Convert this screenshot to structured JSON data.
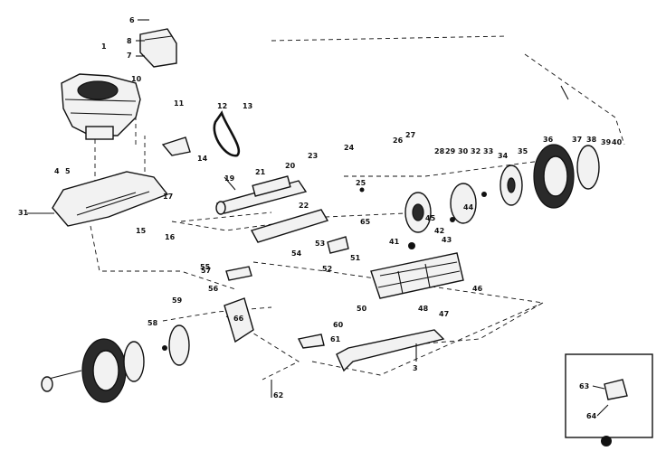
{
  "callouts": [
    {
      "id": "c6",
      "text": "6"
    },
    {
      "id": "c8",
      "text": "8"
    },
    {
      "id": "c7",
      "text": "7"
    },
    {
      "id": "c1",
      "text": "1"
    },
    {
      "id": "c10",
      "text": "10"
    },
    {
      "id": "c11",
      "text": "11"
    },
    {
      "id": "c12",
      "text": "12"
    },
    {
      "id": "c13",
      "text": "13"
    },
    {
      "id": "c14",
      "text": "14"
    },
    {
      "id": "c4",
      "text": "4"
    },
    {
      "id": "c5",
      "text": "5"
    },
    {
      "id": "c17",
      "text": "17"
    },
    {
      "id": "c31",
      "text": "31"
    },
    {
      "id": "c15",
      "text": "15"
    },
    {
      "id": "c16",
      "text": "16"
    },
    {
      "id": "c19",
      "text": "19"
    },
    {
      "id": "c20",
      "text": "20"
    },
    {
      "id": "c21",
      "text": "21"
    },
    {
      "id": "c22",
      "text": "22"
    },
    {
      "id": "c23",
      "text": "23"
    },
    {
      "id": "c24",
      "text": "24"
    },
    {
      "id": "c25",
      "text": "25"
    },
    {
      "id": "c26",
      "text": "26"
    },
    {
      "id": "c27",
      "text": "27"
    },
    {
      "id": "c28",
      "text": "28"
    },
    {
      "id": "c29",
      "text": "29"
    },
    {
      "id": "c30",
      "text": "30"
    },
    {
      "id": "c32",
      "text": "32"
    },
    {
      "id": "c33",
      "text": "33"
    },
    {
      "id": "c34",
      "text": "34"
    },
    {
      "id": "c35",
      "text": "35"
    },
    {
      "id": "c36",
      "text": "36"
    },
    {
      "id": "c37",
      "text": "37"
    },
    {
      "id": "c38",
      "text": "38"
    },
    {
      "id": "c39",
      "text": "39"
    },
    {
      "id": "c40",
      "text": "40"
    },
    {
      "id": "c41",
      "text": "41"
    },
    {
      "id": "c42",
      "text": "42"
    },
    {
      "id": "c43",
      "text": "43"
    },
    {
      "id": "c44",
      "text": "44"
    },
    {
      "id": "c45",
      "text": "45"
    },
    {
      "id": "c46",
      "text": "46"
    },
    {
      "id": "c47",
      "text": "47"
    },
    {
      "id": "c48",
      "text": "48"
    },
    {
      "id": "c50",
      "text": "50"
    },
    {
      "id": "c51",
      "text": "51"
    },
    {
      "id": "c52",
      "text": "52"
    },
    {
      "id": "c53",
      "text": "53"
    },
    {
      "id": "c54",
      "text": "54"
    },
    {
      "id": "c55",
      "text": "55"
    },
    {
      "id": "c56",
      "text": "56"
    },
    {
      "id": "c57",
      "text": "57"
    },
    {
      "id": "c58",
      "text": "58"
    },
    {
      "id": "c59",
      "text": "59"
    },
    {
      "id": "c60",
      "text": "60"
    },
    {
      "id": "c61",
      "text": "61"
    },
    {
      "id": "c62",
      "text": "62"
    },
    {
      "id": "c63",
      "text": "63"
    },
    {
      "id": "c64",
      "text": "64"
    },
    {
      "id": "c65",
      "text": "65"
    },
    {
      "id": "c66",
      "text": "66"
    },
    {
      "id": "c3",
      "text": "3"
    }
  ]
}
